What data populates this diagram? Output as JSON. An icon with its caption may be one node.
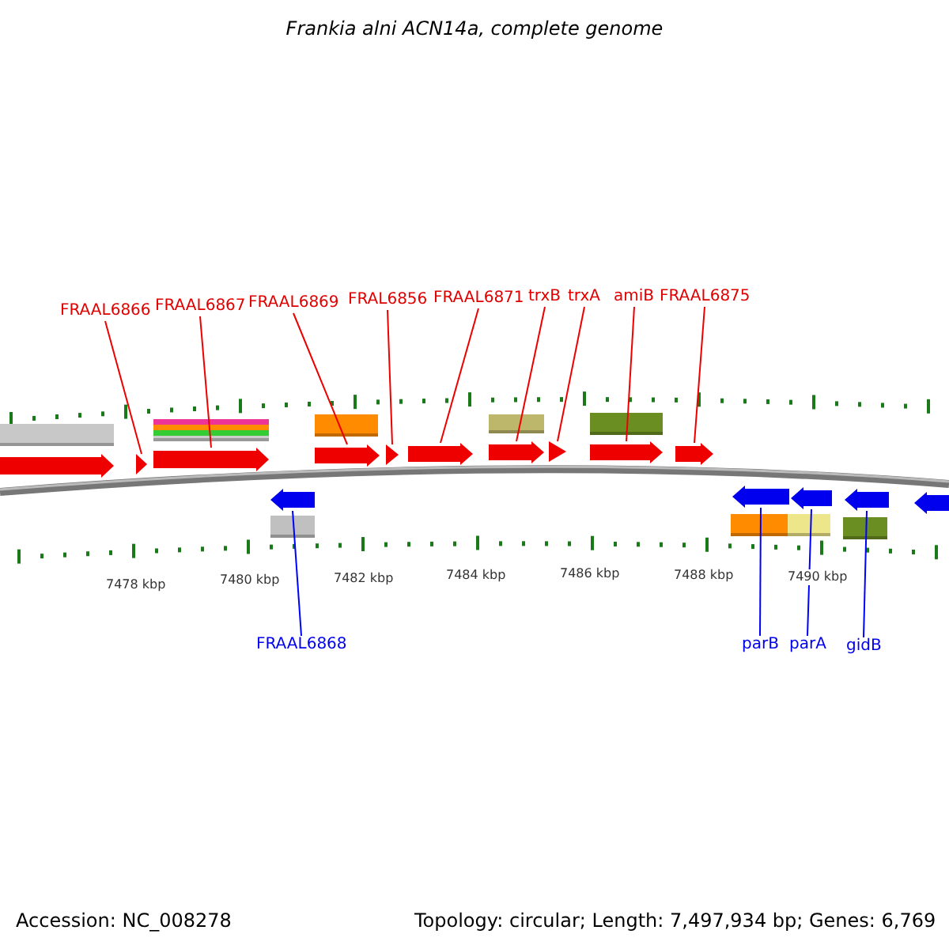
{
  "diagram": {
    "title": "Frankia alni ACN14a, complete genome",
    "nodes": [
      {
        "text": [
          "FRAAL6866"
        ]
      },
      {
        "text": [
          "FRAAL6867"
        ]
      },
      {
        "text": [
          "FRAAL6869"
        ]
      },
      {
        "text": [
          "FRAL6856"
        ]
      },
      {
        "text": [
          "FRAAL6871"
        ]
      },
      {
        "text": [
          "trxB"
        ]
      },
      {
        "text": [
          "trxA"
        ]
      },
      {
        "text": [
          "amiB"
        ]
      },
      {
        "text": [
          "FRAAL6875"
        ]
      },
      {
        "text": [
          "FRAAL6868"
        ]
      },
      {
        "text": [
          "parB"
        ]
      },
      {
        "text": [
          "parA"
        ]
      },
      {
        "text": [
          "gidB"
        ]
      },
      {
        "text": [],
        "shape": "arrow"
      },
      {
        "text": [],
        "shape": "arrow"
      },
      {
        "text": [],
        "shape": "arrow"
      },
      {
        "text": [],
        "shape": "arrow"
      },
      {
        "text": [],
        "shape": "arrow"
      },
      {
        "text": [],
        "shape": "arrow"
      },
      {
        "text": [],
        "shape": "arrow"
      },
      {
        "text": [],
        "shape": "arrow"
      },
      {
        "text": [],
        "shape": "arrow"
      },
      {
        "text": [],
        "shape": "arrow"
      },
      {
        "text": [],
        "shape": "arrow"
      },
      {
        "text": [],
        "shape": "arrow"
      },
      {
        "text": [],
        "shape": "arrow"
      },
      {
        "text": [],
        "shape": "arrow"
      },
      {
        "text": [],
        "shape": "arrow"
      }
    ],
    "edges": [
      {
        "from": 0,
        "to": 14,
        "arrow": "none"
      },
      {
        "from": 1,
        "to": 15,
        "arrow": "none"
      },
      {
        "from": 2,
        "to": 16,
        "arrow": "none"
      },
      {
        "from": 3,
        "to": 17,
        "arrow": "none"
      },
      {
        "from": 4,
        "to": 18,
        "arrow": "none"
      },
      {
        "from": 5,
        "to": 19,
        "arrow": "none"
      },
      {
        "from": 6,
        "to": 20,
        "arrow": "none"
      },
      {
        "from": 7,
        "to": 21,
        "arrow": "none"
      },
      {
        "from": 8,
        "to": 22,
        "arrow": "none"
      },
      {
        "from": 9,
        "to": 23,
        "arrow": "none",
        "color": "#0000ff"
      },
      {
        "from": 10,
        "to": 24,
        "arrow": "none",
        "color": "#0000ff"
      },
      {
        "from": 11,
        "to": 25,
        "arrow": "none",
        "color": "#0000ff"
      },
      {
        "from": 12,
        "to": 26,
        "arrow": "none",
        "color": "#0000ff"
      }
    ],
    "labels": [
      "7478 kbp",
      "7480 kbp",
      "7482 kbp",
      "7484 kbp",
      "7486 kbp",
      "7488 kbp",
      "7490 kbp",
      "Accession: NC_008278",
      "Topology: circular; Length: 7,497,934 bp; Genes: 6,769"
    ]
  }
}
